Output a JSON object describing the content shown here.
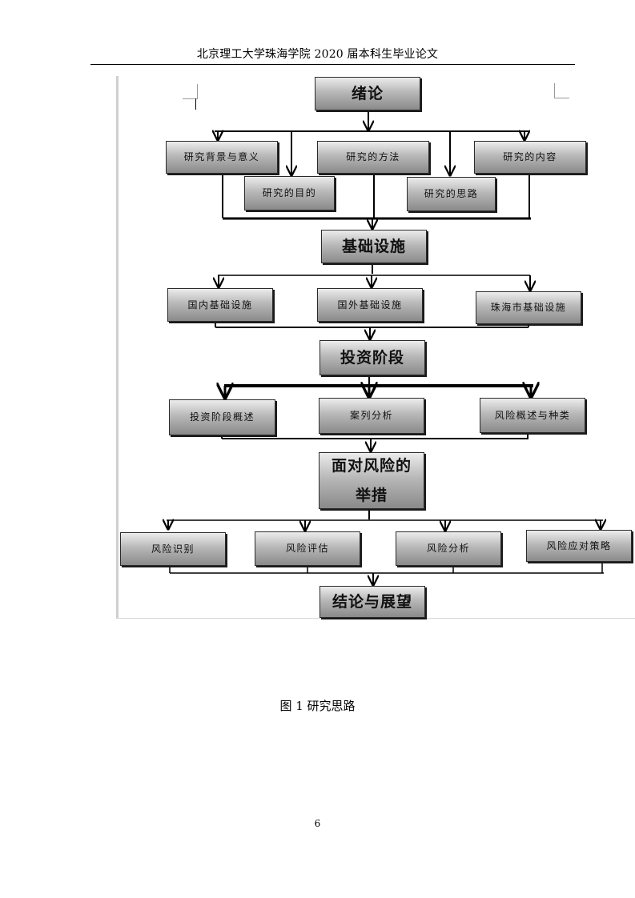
{
  "header": {
    "title": "北京理工大学珠海学院 2020 届本科生毕业论文"
  },
  "flowchart": {
    "intro": "绪论",
    "intro_children": [
      "研究背景与意义",
      "研究的目的",
      "研究的方法",
      "研究的思路",
      "研究的内容"
    ],
    "infrastructure": "基础设施",
    "infrastructure_children": [
      "国内基础设施",
      "国外基础设施",
      "珠海市基础设施"
    ],
    "investment": "投资阶段",
    "investment_children": [
      "投资阶段概述",
      "案列分析",
      "风险概述与种类"
    ],
    "measures": [
      "面对风险的",
      "举措"
    ],
    "measures_children": [
      "风险识别",
      "风险评估",
      "风险分析",
      "风险应对策略"
    ],
    "conclusion": "结论与展望"
  },
  "caption": "图 1 研究思路",
  "page_number": "6"
}
